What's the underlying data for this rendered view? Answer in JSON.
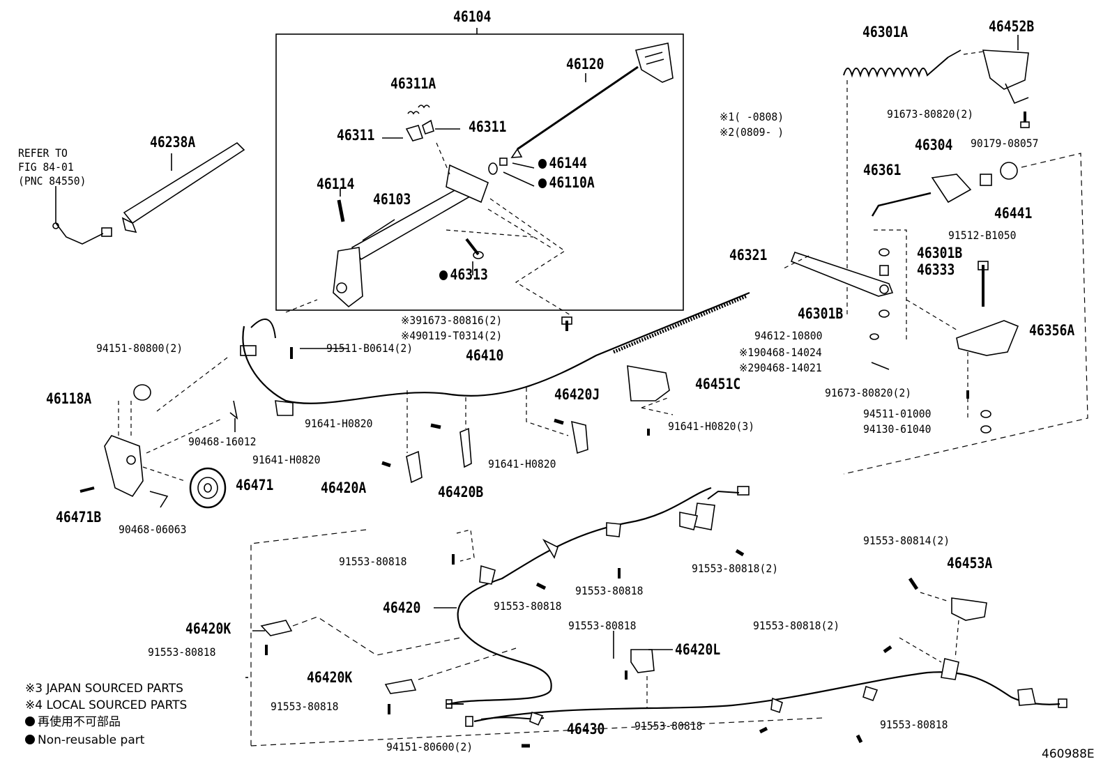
{
  "diagram": {
    "part_numbers": {
      "p46104": "46104",
      "p46120": "46120",
      "p46311A": "46311A",
      "p46311_left": "46311",
      "p46311_right": "46311",
      "p46144": "46144",
      "p46110A": "46110A",
      "p46114": "46114",
      "p46103": "46103",
      "p46313": "46313",
      "p46238A": "46238A",
      "p46301A": "46301A",
      "p46452B": "46452B",
      "p91673_80820_top": "91673-80820(2)",
      "p90179_08057": "90179-08057",
      "p46304": "46304",
      "p46361": "46361",
      "p46441": "46441",
      "p91512_B1050": "91512-B1050",
      "p46321": "46321",
      "p46301B_upper": "46301B",
      "p46333": "46333",
      "p46301B_lower": "46301B",
      "p94612_10800": "94612-10800",
      "p90468_14024": "※190468-14024",
      "p90468_14021": "※290468-14021",
      "p46356A": "46356A",
      "p91673_80820_mid": "91673-80820(2)",
      "p94511_01000": "94511-01000",
      "p94130_61040": "94130-61040",
      "p91673_80816": "※391673-80816(2)",
      "p90119_T0314": "※490119-T0314(2)",
      "p94151_80800": "94151-80800(2)",
      "p91511_B0614": "91511-B0614(2)",
      "p46410": "46410",
      "p46118A": "46118A",
      "p90468_16012": "90468-16012",
      "p46420J": "46420J",
      "p46451C": "46451C",
      "p91641_H0820_a": "91641-H0820",
      "p91641_H0820_b": "91641-H0820",
      "p91641_H0820_c": "91641-H0820",
      "p91641_H0820_3": "91641-H0820(3)",
      "p46471": "46471",
      "p46471B": "46471B",
      "p90468_06063": "90468-06063",
      "p46420A": "46420A",
      "p46420B": "46420B",
      "p91553_80818_a": "91553-80818",
      "p91553_80818_2_top": "91553-80818(2)",
      "p91553_80814": "91553-80814(2)",
      "p46453A": "46453A",
      "p46420": "46420",
      "p91553_80818_b": "91553-80818",
      "p91553_80818_c": "91553-80818",
      "p46420K_a": "46420K",
      "p91553_80818_d": "91553-80818",
      "p91553_80818_e": "91553-80818",
      "p46420L": "46420L",
      "p91553_80818_2_bottom": "91553-80818(2)",
      "p46420K_b": "46420K",
      "p91553_80818_f": "91553-80818",
      "p46430": "46430",
      "p91553_80818_g": "91553-80818",
      "p91553_80818_h": "91553-80818",
      "p94151_80600": "94151-80600(2)"
    },
    "refer_to": [
      "REFER TO",
      "FIG 84-01",
      "(PNC 84550)"
    ],
    "notes": {
      "note1": "※1(   -0808)",
      "note2": "※2(0809-   )"
    },
    "legend": {
      "japan": "※3 JAPAN SOURCED PARTS",
      "local": "※4 LOCAL SOURCED PARTS",
      "nonreusable_jp": "再使用不可部品",
      "nonreusable_en": "Non-reusable part"
    },
    "figure_id": "460988E"
  }
}
